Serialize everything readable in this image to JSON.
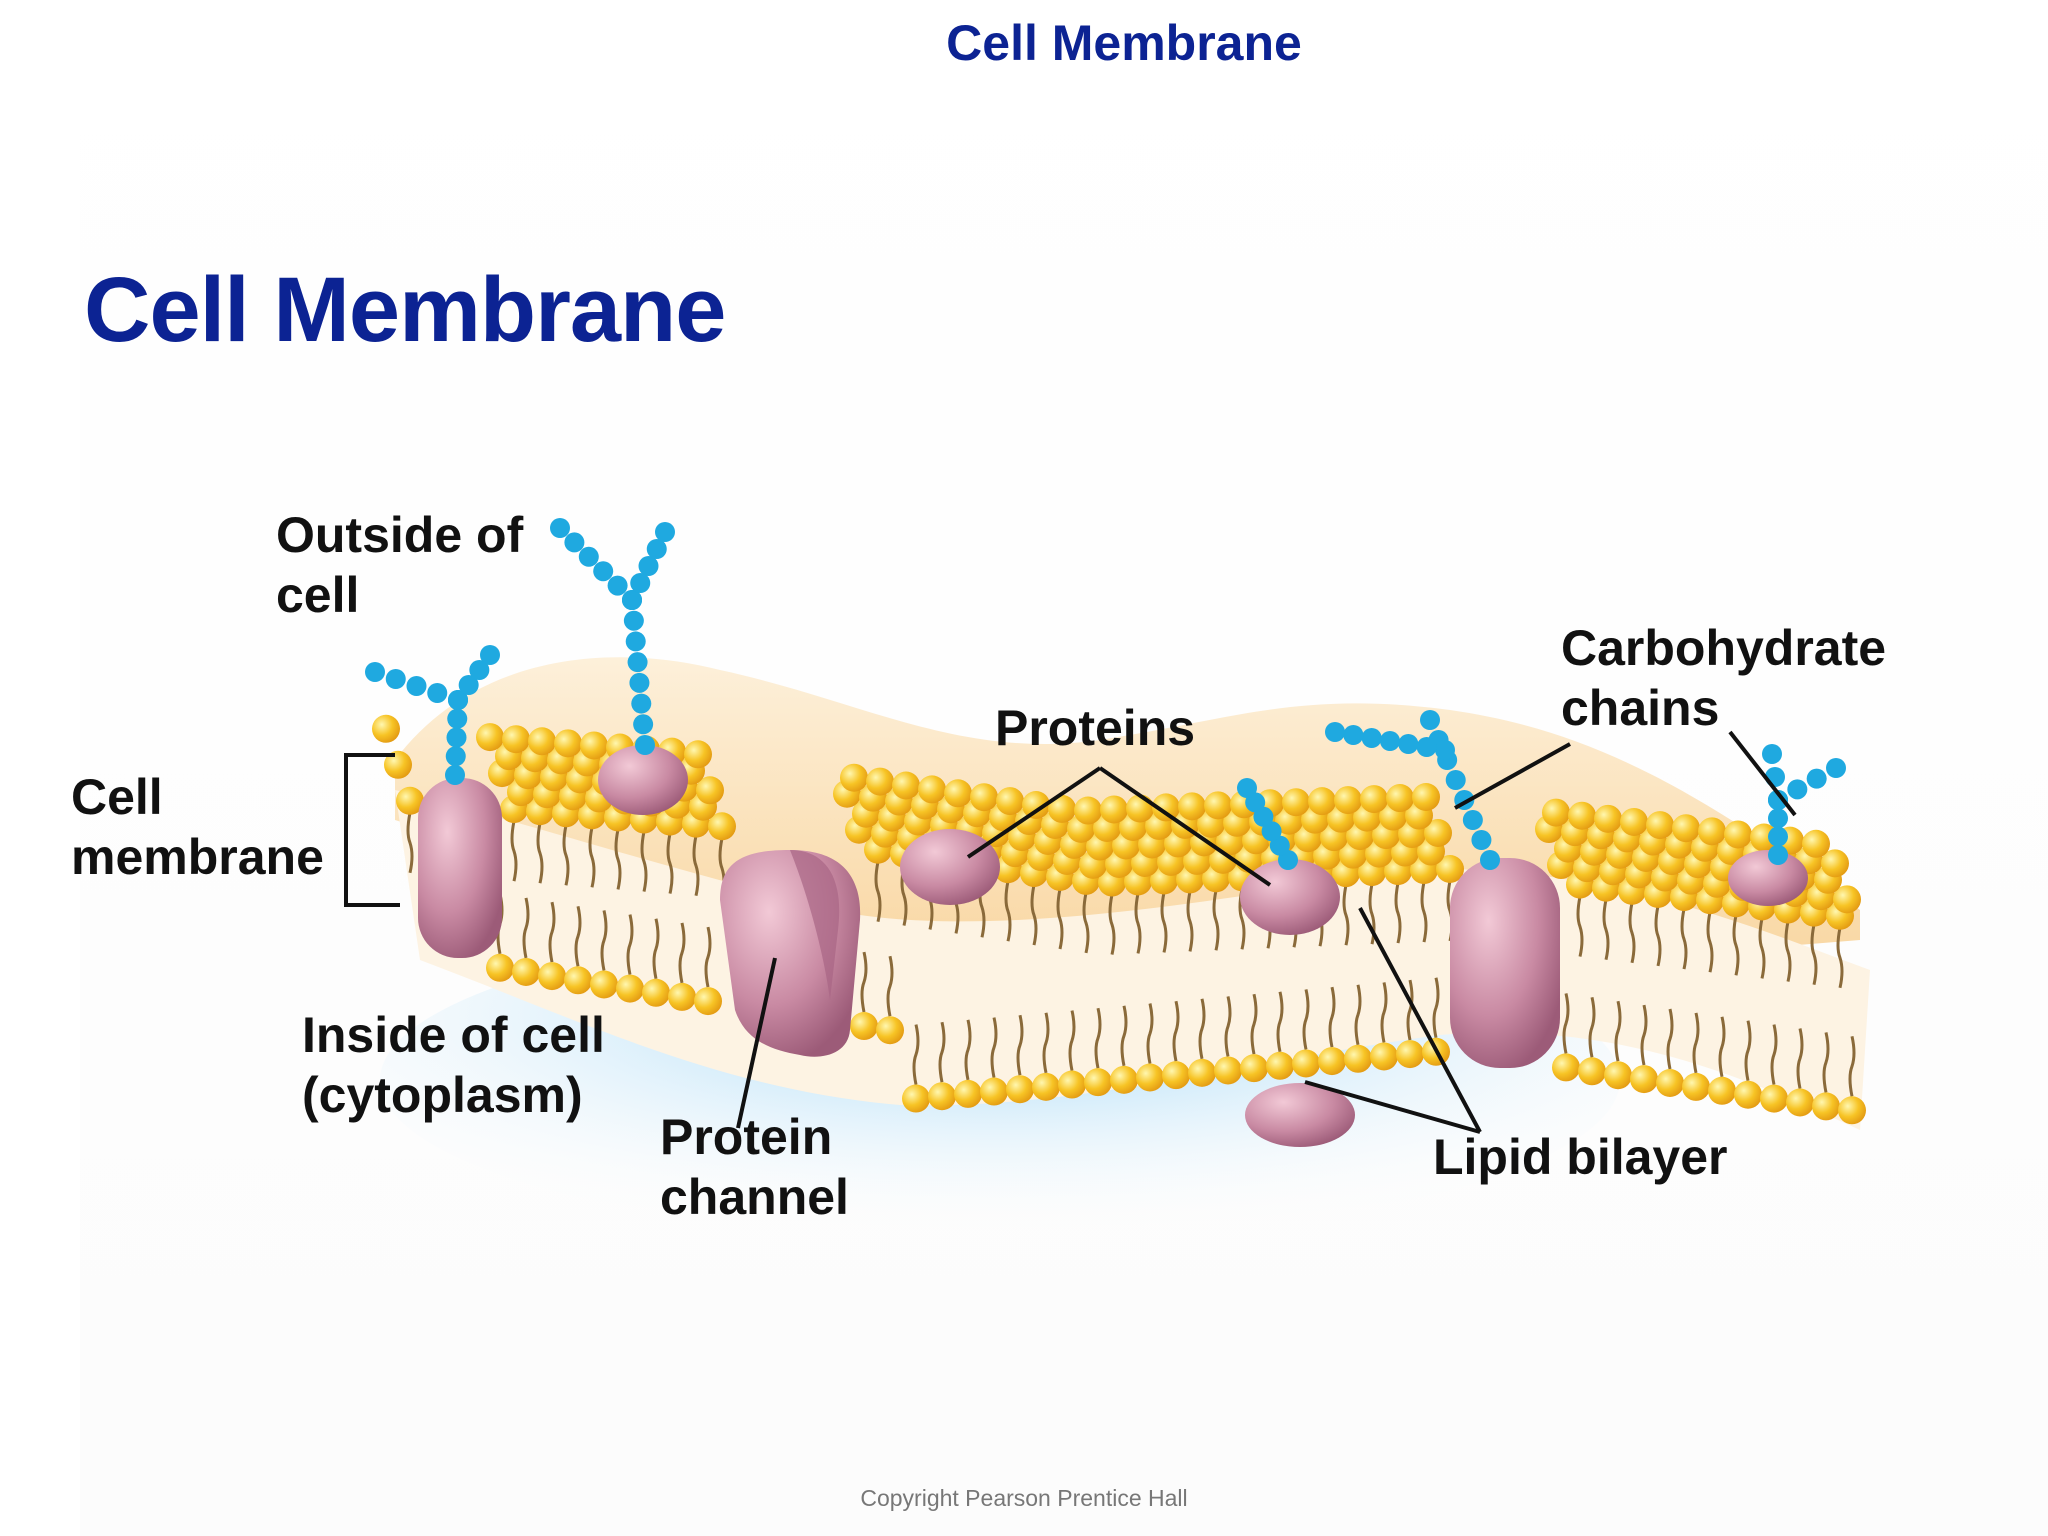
{
  "header": {
    "title": "Cell Membrane"
  },
  "slide": {
    "title": "Cell Membrane"
  },
  "labels": {
    "outside": [
      "Outside of",
      "cell"
    ],
    "cell_membrane": [
      "Cell",
      "membrane"
    ],
    "inside": [
      "Inside of cell",
      "(cytoplasm)"
    ],
    "protein_channel": [
      "Protein",
      "channel"
    ],
    "proteins": "Proteins",
    "carbohydrate": [
      "Carbohydrate",
      "chains"
    ],
    "lipid_bilayer": "Lipid bilayer"
  },
  "footer": {
    "copyright": "Copyright Pearson Prentice Hall"
  },
  "colors": {
    "title_blue": "#0c2393",
    "lipid_head": "#f7c425",
    "protein": "#c98aa3",
    "carbohydrate": "#1fa9e0",
    "membrane_fill": "#fbe3bf"
  }
}
